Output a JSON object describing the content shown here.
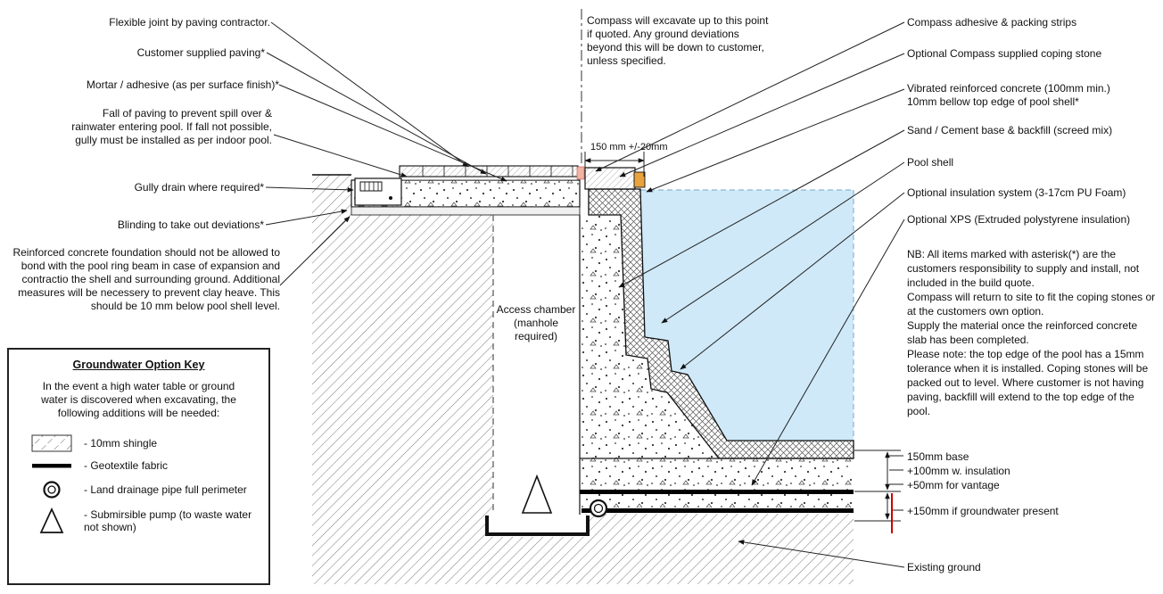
{
  "labels_left": [
    "Flexible joint by paving contractor.",
    "Customer supplied paving*",
    "Mortar / adhesive (as per surface finish)*",
    "Fall of paving to prevent spill over & rainwater entering pool. If fall not possible, gully must be installed as per indoor pool.",
    "Gully drain where required*",
    "Blinding to take out deviations*",
    "Reinforced concrete foundation should not be allowed to bond with the pool ring beam in case of expansion and contractio the shell and surrounding ground. Additional measures will be necessery to prevent clay heave. This should be 10 mm below pool shell level."
  ],
  "labels_right": [
    "Compass adhesive & packing strips",
    "Optional Compass supplied coping stone",
    "Vibrated reinforced concrete (100mm min.)\n10mm bellow top edge of pool shell*",
    "Sand / Cement base & backfill (screed mix)",
    "Pool shell",
    "Optional insulation system (3-17cm PU Foam)",
    "Optional XPS (Extruded polystyrene insulation)"
  ],
  "nb_note": "NB: All items marked with asterisk(*) are the customers responsibility to supply and install, not included in the build quote.\nCompass will return to site to fit the coping stones or at the customers own option.\nSupply the material once the reinforced concrete slab has been completed.\nPlease note: the top edge of the pool has a 15mm tolerance when it is installed. Coping stones will be packed out to level. Where customer is not having paving, backfill will extend to the top edge of the pool.",
  "excavation_note": "Compass will excavate up to this point if quoted. Any ground deviations beyond this will be down to customer, unless specified.",
  "dimension_top": "150 mm +/-20mm",
  "access_chamber": "Access chamber (manhole required)",
  "base_notes": [
    "150mm base",
    "+100mm w. insulation",
    "+50mm for vantage",
    "+150mm if groundwater present"
  ],
  "existing_ground": "Existing ground",
  "legend": {
    "title": "Groundwater Option Key",
    "intro": "In the event a high water table or ground water is discovered when excavating, the following additions will be needed:",
    "items": [
      {
        "icon": "shingle-swatch-icon",
        "label": "- 10mm shingle"
      },
      {
        "icon": "geotextile-line-icon",
        "label": "- Geotextile fabric"
      },
      {
        "icon": "drainage-pipe-circle-icon",
        "label": "- Land drainage pipe full perimeter"
      },
      {
        "icon": "submersible-pump-triangle-icon",
        "label": "- Submirsible pump (to waste water not shown)"
      }
    ]
  },
  "colors": {
    "water": "#cfe9f8",
    "packing_strip": "#e8a33d",
    "flexible_joint": "#f2b3a0",
    "groundwater_mark": "#cc0000"
  }
}
